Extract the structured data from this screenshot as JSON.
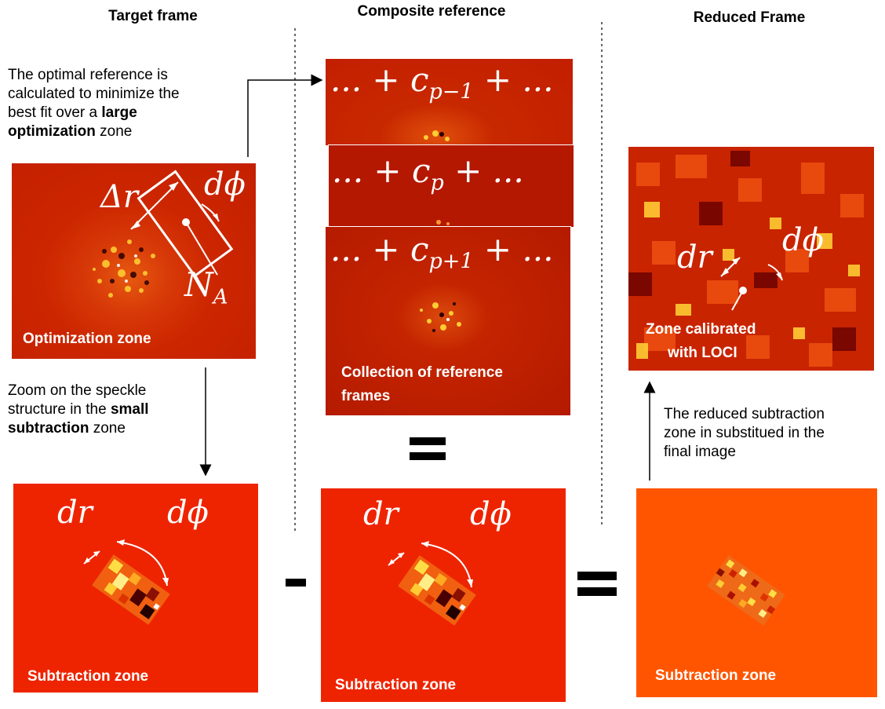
{
  "columns": {
    "target": "Target frame",
    "composite": "Composite reference",
    "reduced": "Reduced Frame"
  },
  "notes": {
    "optimal": {
      "line1": "The optimal reference is",
      "line2": "calculated to minimize the",
      "line3a": "best fit over a ",
      "line3b": "large",
      "line4a": "optimization",
      "line4b": " zone"
    },
    "zoom": {
      "line1": "Zoom on the speckle",
      "line2": "structure in the ",
      "line2b": "small",
      "line3a": "subtraction",
      "line3b": " zone"
    },
    "reduced_sub": {
      "line1": "The reduced subtraction",
      "line2": "zone in substitued in the",
      "line3": "final image"
    }
  },
  "panels": {
    "optimization_zone": "Optimization zone",
    "collection": {
      "line1": "Collection of reference",
      "line2": "frames"
    },
    "zone_calibrated": {
      "line1": "Zone  calibrated",
      "line2": "with LOCI"
    },
    "subtraction_zone_1": "Subtraction zone",
    "subtraction_zone_2": "Subtraction zone",
    "subtraction_zone_3": "Subtraction zone"
  },
  "math": {
    "delta_r": "Δr",
    "d_phi": "dϕ",
    "n_a_base": "N",
    "n_a_sub": "A",
    "dr": "dr",
    "ref_top": {
      "pre": "... + c",
      "sub": "p−1",
      "post": " + ..."
    },
    "ref_mid": {
      "pre": "... + c",
      "sub": "p",
      "post": " + ..."
    },
    "ref_bot": {
      "pre": "... + c",
      "sub": "p+1",
      "post": " + ..."
    }
  },
  "operators": {
    "minus": "-",
    "equals": "="
  },
  "colors": {
    "frame_red": "#cc2200",
    "ref_frame": "#b81a00",
    "sub_red": "#ee2200",
    "sub_orange": "#ff5500",
    "speckle_yellow": "#ffcc22",
    "speckle_dark": "#330000"
  }
}
